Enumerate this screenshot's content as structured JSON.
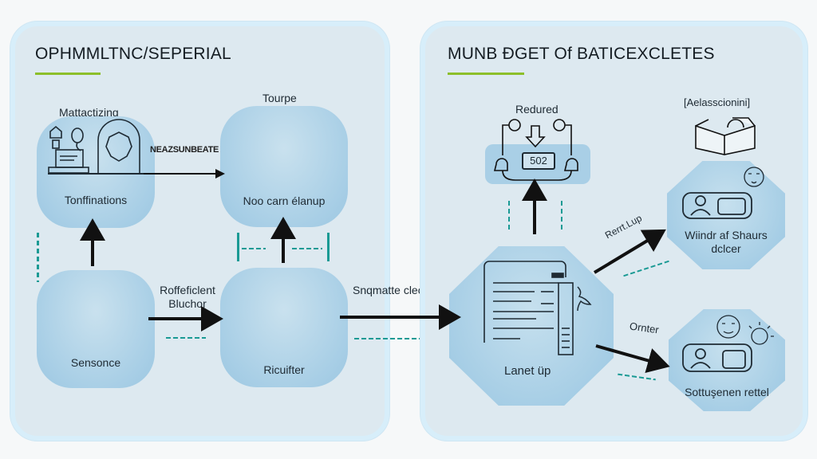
{
  "colors": {
    "background": "#f6f8f9",
    "panel_fill": "#dde9f0",
    "panel_border": "#d7eefa",
    "node_fill": "#a9cfe6",
    "title_underline": "#8cbf2a",
    "arrow": "#111111",
    "dashed_connector": "#1a9a94"
  },
  "left_panel": {
    "title": "OPHMMLTNC/SEPERIAL",
    "nodes": [
      {
        "id": "transformations",
        "caption_above": "Mattactizing",
        "label": "Tonffinations",
        "icons": [
          "lamp-icon",
          "lightbulb-icon",
          "laptop-icon",
          "gear-arch-icon"
        ]
      },
      {
        "id": "no-cars-cleanup",
        "caption_above": "Tourpe",
        "label": "Noo carn élanup",
        "icons": [
          "person-desk-icon",
          "document-board-icon",
          "lamp-stand-icon",
          "camera-icon"
        ]
      },
      {
        "id": "sensonce",
        "label": "Sensonce",
        "icons": [
          "control-panel-icon"
        ]
      },
      {
        "id": "ricuifter",
        "label": "Ricuifter",
        "icons": [
          "laptop-dashboard-icon"
        ]
      }
    ],
    "edges": [
      {
        "from": "transformations",
        "to": "no-cars-cleanup",
        "label": "NEAZSUNBEATE"
      },
      {
        "from": "sensonce",
        "to": "transformations",
        "label": ""
      },
      {
        "from": "sensonce",
        "to": "ricuifter",
        "label": "Roffeficlent Bluchor"
      },
      {
        "from": "ricuifter",
        "to": "no-cars-cleanup",
        "label": ""
      }
    ]
  },
  "cross_edge": {
    "from": "ricuifter",
    "to": "lanet-up",
    "label": "Snqmatte clector"
  },
  "right_panel": {
    "title": "MUNB ÐGET Of BATICEXCLETES",
    "nodes": [
      {
        "id": "redured",
        "caption_above": "Redured",
        "value": "502",
        "icons": [
          "gauge-left-icon",
          "gauge-right-icon",
          "down-arrow-icon",
          "bell-left-icon",
          "bell-right-icon"
        ]
      },
      {
        "id": "relasscionin",
        "caption_above": "[Aelasscionini]",
        "icons": [
          "open-box-icon"
        ]
      },
      {
        "id": "lanet-up",
        "label": "Lanet üp",
        "icons": [
          "document-list-icon",
          "bird-icon"
        ]
      },
      {
        "id": "windr-shaurs",
        "label": "Wiindr af Shaurs dclcer",
        "label_lines": [
          "Wiindr af Shaurs",
          "dclcer"
        ],
        "icons": [
          "id-card-icon",
          "face-sketch-icon"
        ]
      },
      {
        "id": "sottusenen-rettel",
        "label": "Sottuşenen rettel",
        "icons": [
          "id-card-icon",
          "face-sketch-icon",
          "sun-face-icon"
        ]
      }
    ],
    "edges": [
      {
        "from": "lanet-up",
        "to": "redured",
        "label": ""
      },
      {
        "from": "lanet-up",
        "to": "windr-shaurs",
        "label": "Rerrt.Lup"
      },
      {
        "from": "lanet-up",
        "to": "sottusenen-rettel",
        "label": "Ornter"
      }
    ]
  }
}
